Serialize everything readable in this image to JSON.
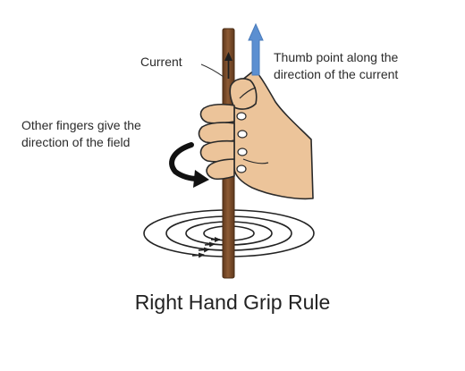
{
  "labels": {
    "current": "Current",
    "thumb_line1": "Thumb point along the",
    "thumb_line2": "direction of the current",
    "fingers_line1": "Other fingers give the",
    "fingers_line2": "direction of the field"
  },
  "title": "Right Hand Grip Rule",
  "colors": {
    "conductor": "#7a4a2a",
    "skin": "#ecc49a",
    "skin_outline": "#2a2a2a",
    "arrow_blue": "#5b8fd1",
    "field_lines": "#222222"
  },
  "icons": {
    "current_direction": "arrow-up-icon",
    "finger_curl": "curved-arrow-icon"
  }
}
